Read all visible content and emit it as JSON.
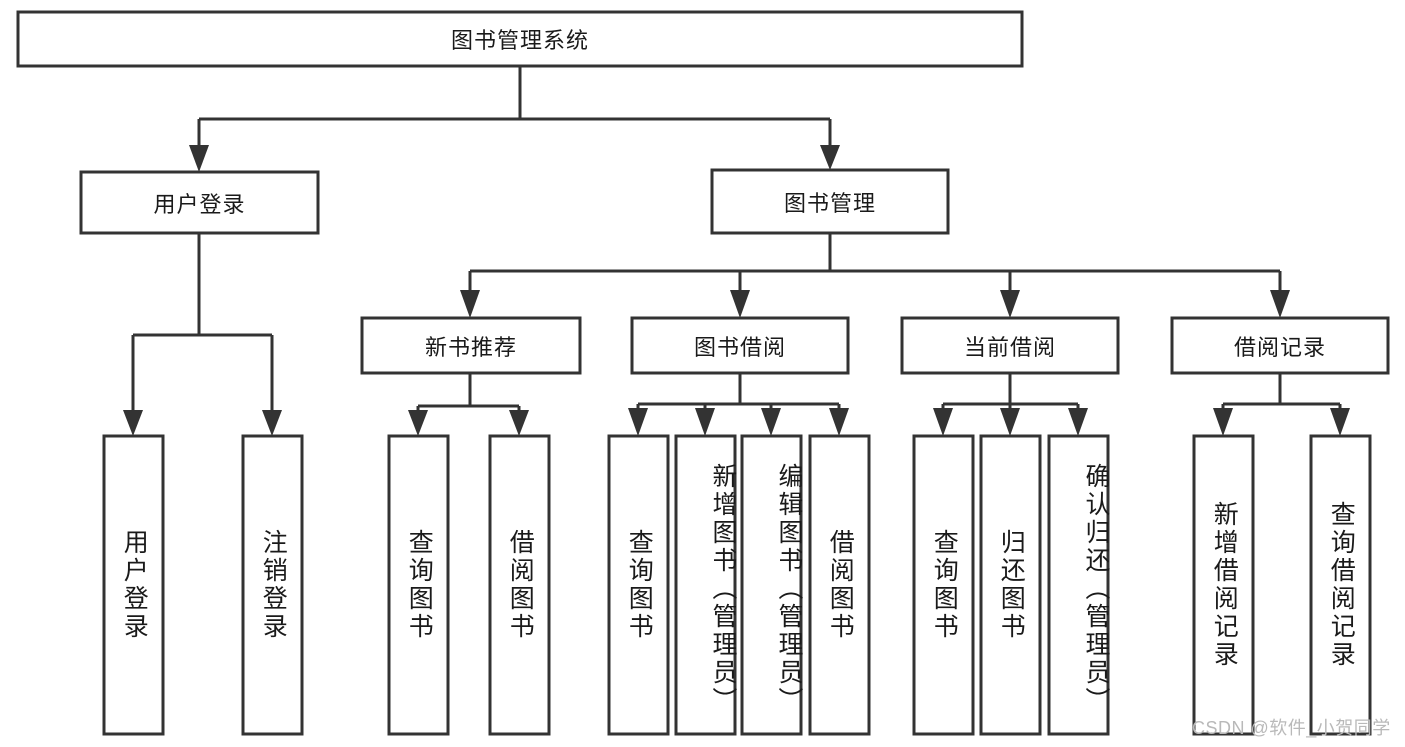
{
  "diagram": {
    "title_node": {
      "label": "图书管理系统"
    },
    "level2": [
      {
        "id": "user-login",
        "label": "用户登录"
      },
      {
        "id": "book-manage",
        "label": "图书管理"
      }
    ],
    "level3": [
      {
        "id": "new-book-recommend",
        "label": "新书推荐"
      },
      {
        "id": "book-borrow",
        "label": "图书借阅"
      },
      {
        "id": "current-borrow",
        "label": "当前借阅"
      },
      {
        "id": "borrow-record",
        "label": "借阅记录"
      }
    ],
    "leaves": {
      "user_login": [
        {
          "id": "leaf-user-login",
          "label": "用户登录"
        },
        {
          "id": "leaf-logout-login",
          "label": "注销登录"
        }
      ],
      "new_book_recommend": [
        {
          "id": "leaf-query-book-1",
          "label": "查询图书"
        },
        {
          "id": "leaf-borrow-book-1",
          "label": "借阅图书"
        }
      ],
      "book_borrow": [
        {
          "id": "leaf-query-book-2",
          "label": "查询图书"
        },
        {
          "id": "leaf-add-book",
          "label": "新增图书（管理员）"
        },
        {
          "id": "leaf-edit-book",
          "label": "编辑图书（管理员）"
        },
        {
          "id": "leaf-borrow-book-2",
          "label": "借阅图书"
        }
      ],
      "current_borrow": [
        {
          "id": "leaf-query-book-3",
          "label": "查询图书"
        },
        {
          "id": "leaf-return-book",
          "label": "归还图书"
        },
        {
          "id": "leaf-confirm-return",
          "label": "确认归还（管理员）"
        }
      ],
      "borrow_record": [
        {
          "id": "leaf-add-borrow-record",
          "label": "新增借阅记录"
        },
        {
          "id": "leaf-query-borrow-record",
          "label": "查询借阅记录"
        }
      ]
    },
    "watermark": "CSDN @软件_小贺同学",
    "colors": {
      "stroke": "#333333",
      "fill": "#ffffff",
      "text": "#1a1a1a",
      "watermark": "#b9b9b9"
    }
  }
}
